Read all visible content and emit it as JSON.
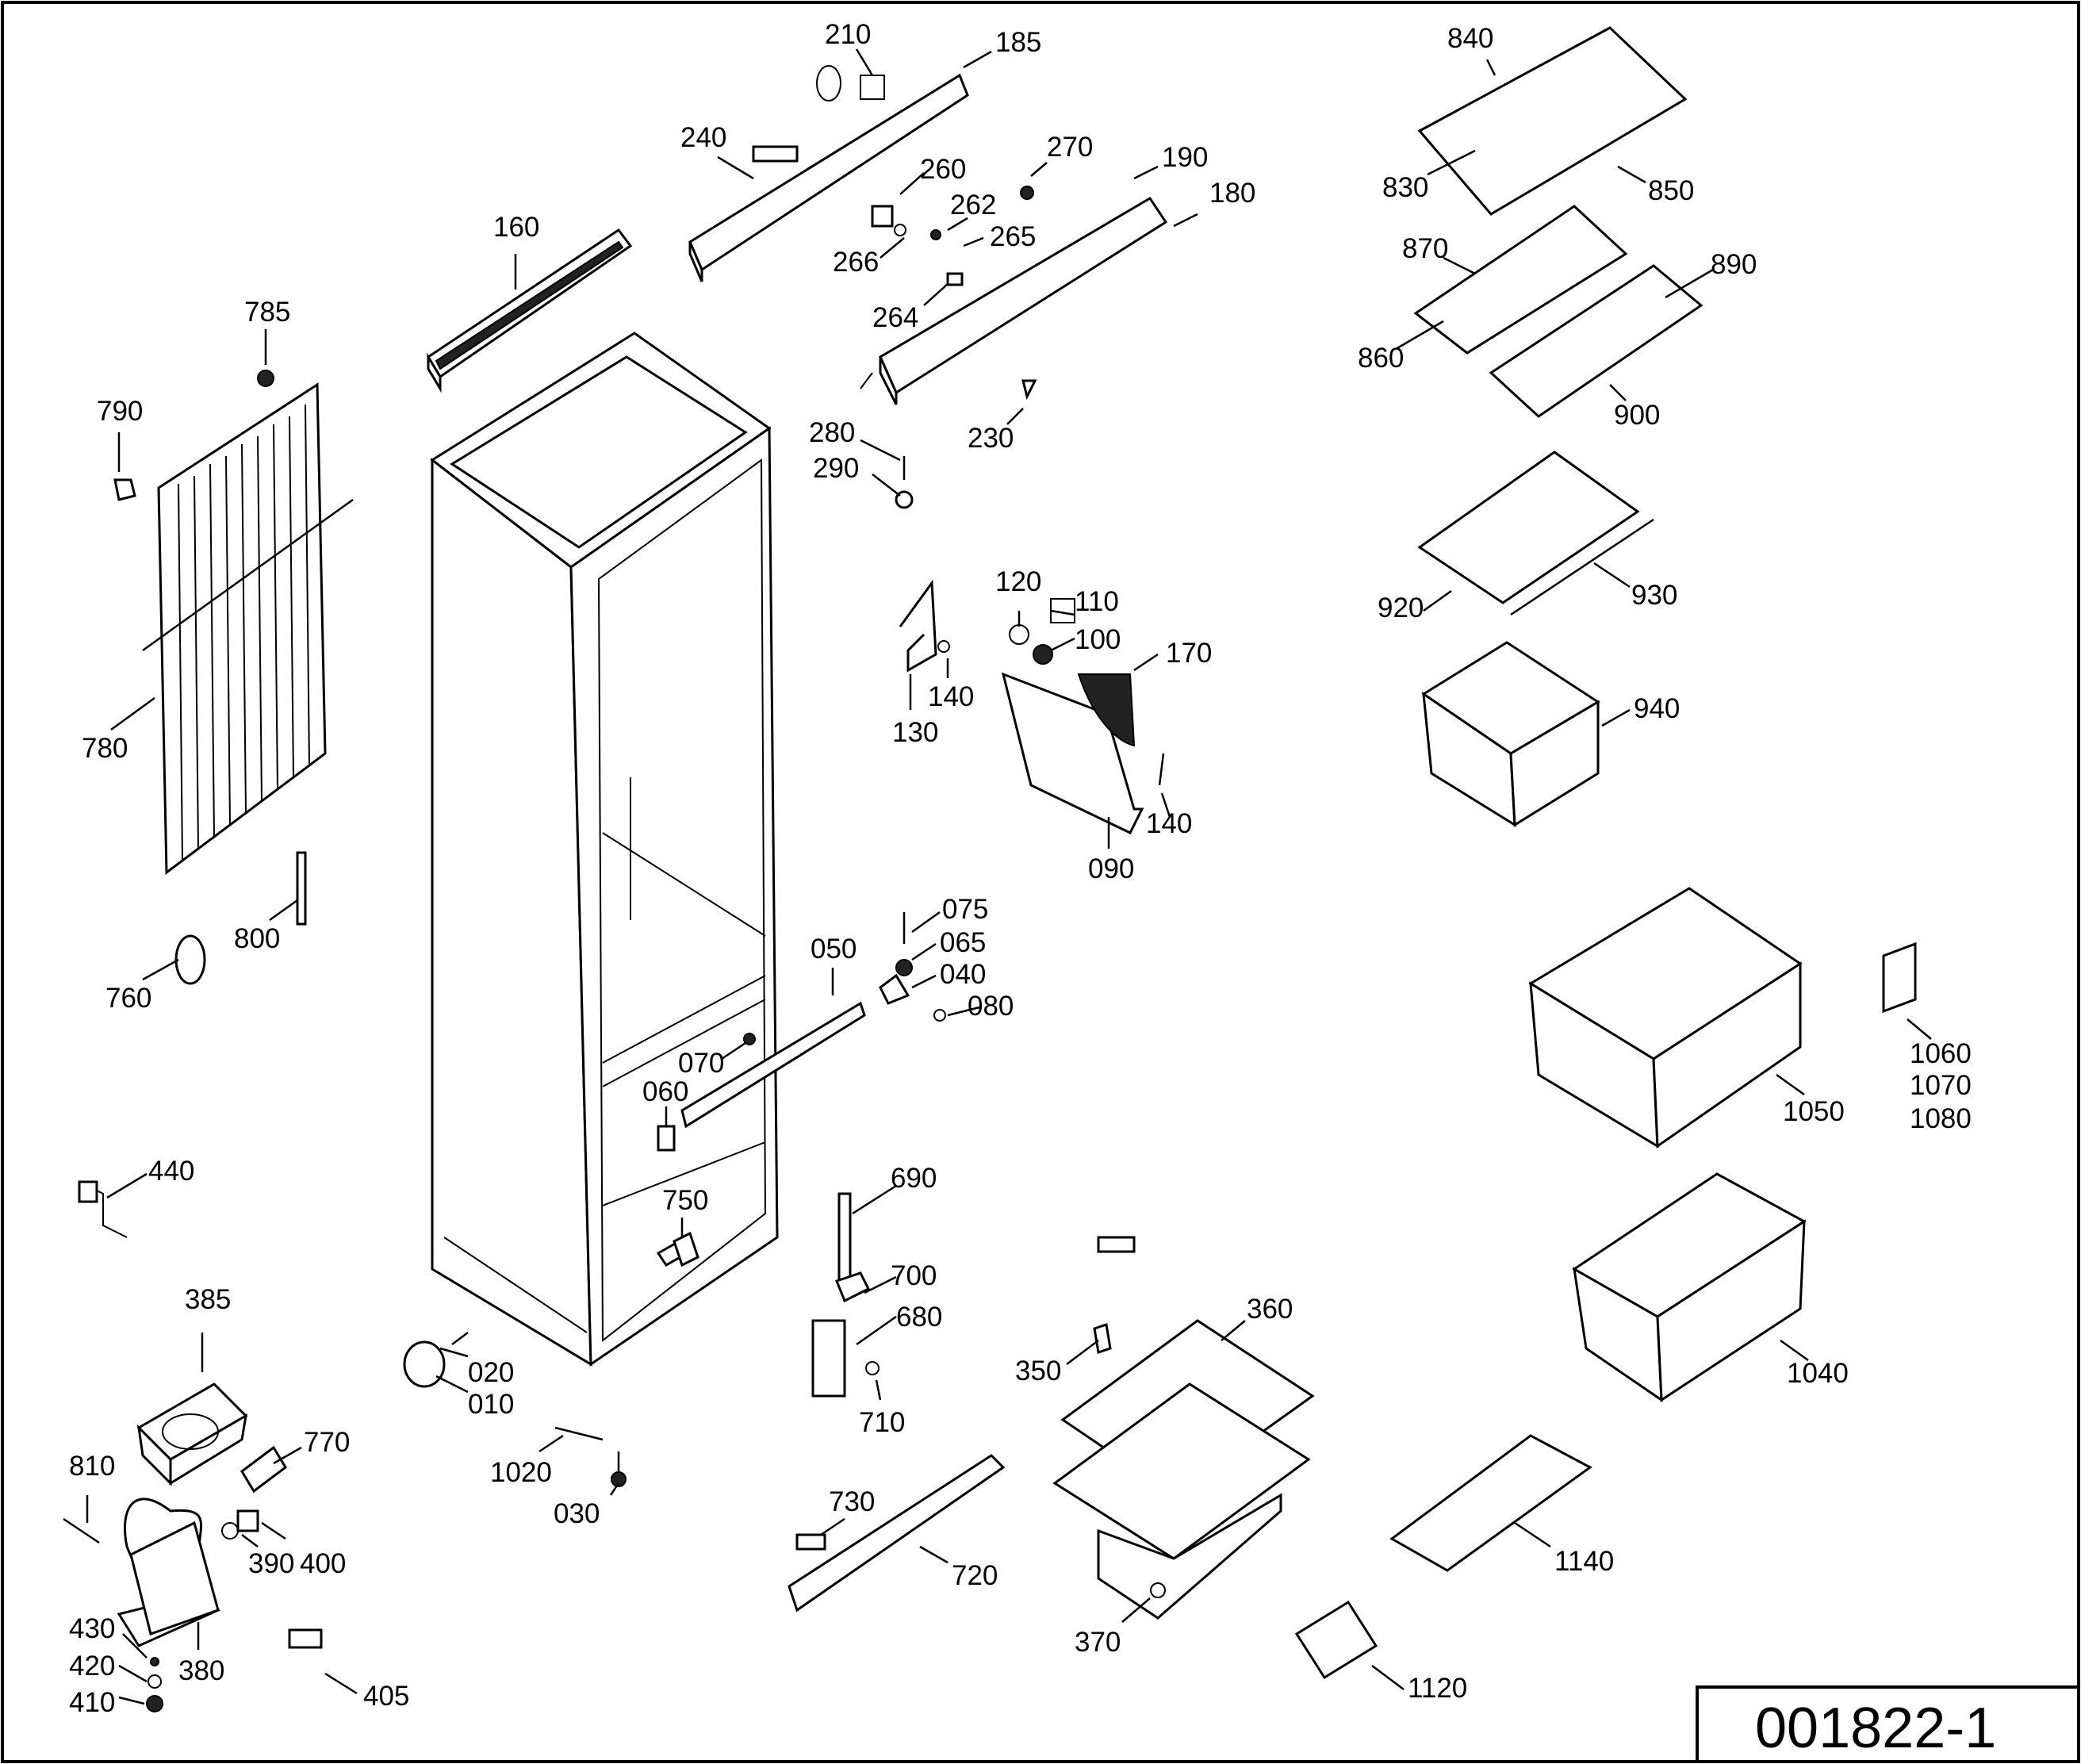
{
  "drawing_number": "001822-1",
  "labels": {
    "p210": "210",
    "p185": "185",
    "p240": "240",
    "p260": "260",
    "p270": "270",
    "p190": "190",
    "p180": "180",
    "p262": "262",
    "p265": "265",
    "p266": "266",
    "p264": "264",
    "p230": "230",
    "p280": "280",
    "p290": "290",
    "p160": "160",
    "p785": "785",
    "p790": "790",
    "p780": "780",
    "p800": "800",
    "p760": "760",
    "p120": "120",
    "p110": "110",
    "p100": "100",
    "p170": "170",
    "p130": "130",
    "p140a": "140",
    "p140b": "140",
    "p090": "090",
    "p075": "075",
    "p065": "065",
    "p040": "040",
    "p080": "080",
    "p050": "050",
    "p070": "070",
    "p060": "060",
    "p750": "750",
    "p690": "690",
    "p700": "700",
    "p680": "680",
    "p710": "710",
    "p440": "440",
    "p385": "385",
    "p020": "020",
    "p010": "010",
    "p1020": "1020",
    "p030": "030",
    "p770": "770",
    "p810": "810",
    "p390": "390",
    "p400": "400",
    "p380": "380",
    "p430": "430",
    "p420": "420",
    "p410": "410",
    "p405": "405",
    "p730": "730",
    "p720": "720",
    "p350": "350",
    "p360": "360",
    "p370": "370",
    "p1120": "1120",
    "p1140": "1140",
    "p840": "840",
    "p830": "830",
    "p850": "850",
    "p870": "870",
    "p860": "860",
    "p890": "890",
    "p900": "900",
    "p920": "920",
    "p930": "930",
    "p940": "940",
    "p1050": "1050",
    "p1060": "1060",
    "p1070": "1070",
    "p1080": "1080",
    "p1040": "1040"
  }
}
